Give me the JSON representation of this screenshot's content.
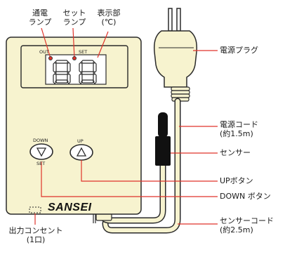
{
  "labels": {
    "pilot_lamp": [
      "通電",
      "ランプ"
    ],
    "set_lamp": [
      "セット",
      "ランプ"
    ],
    "display": [
      "表示部",
      "(℃)"
    ],
    "plug": "電源プラグ",
    "power_cord": [
      "電源コード",
      "(約1.5m)"
    ],
    "sensor": "センサー",
    "up_button": "UPボタン",
    "down_button": "DOWN ボタン",
    "sensor_cord": [
      "センサーコード",
      "(約2.5m)"
    ],
    "outlet": [
      "出力コンセント",
      "(1口)"
    ]
  },
  "device": {
    "out_label": "OUT",
    "set_label": "SET",
    "digits": "88",
    "down_top": "DOWN",
    "down_bottom": "SET",
    "up_label": "UP",
    "brand": "SANSEI"
  },
  "colors": {
    "body_fill": "#f7f3cf",
    "cord_fill": "#f7f3cf",
    "line": "#2a2a2a",
    "callout": "#e0332a",
    "sensor": "#111111",
    "led": "#e0332a"
  }
}
